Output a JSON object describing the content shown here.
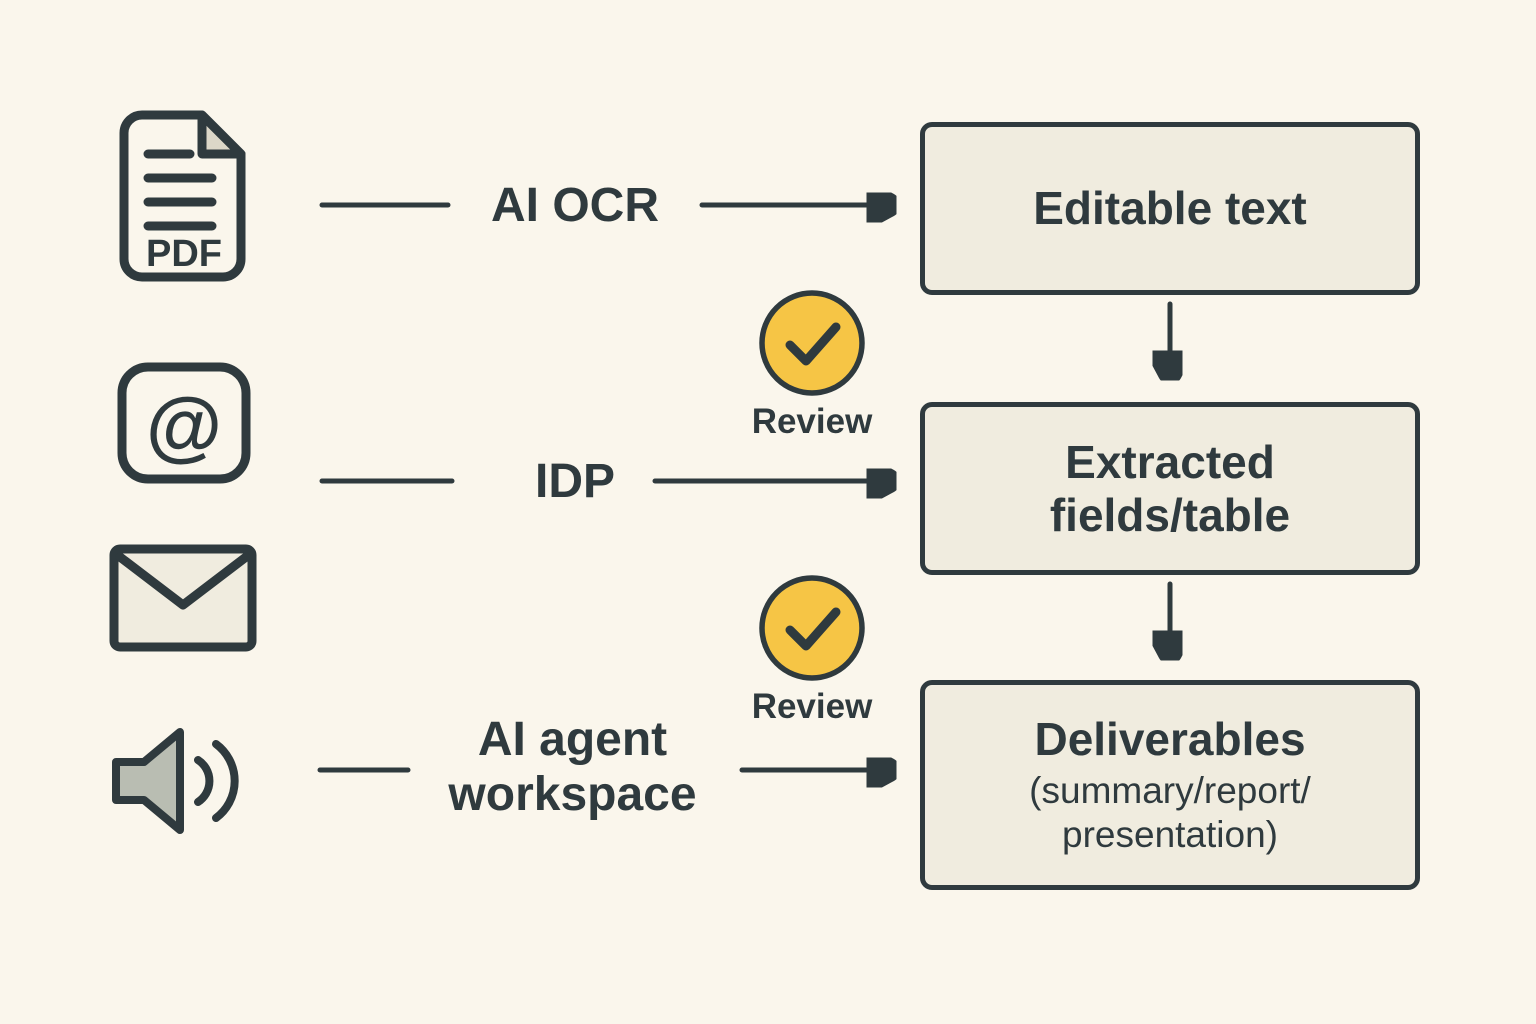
{
  "colors": {
    "background": "#FAF6EC",
    "box_fill": "#F0ECDF",
    "stroke_dark": "#2F3A3E",
    "review_yellow": "#F6C545",
    "speaker_gray": "#B9BDB2"
  },
  "icons": {
    "pdf_label": "PDF",
    "at_glyph": "@"
  },
  "flows": [
    {
      "source": "pdf-document",
      "process": "AI OCR"
    },
    {
      "source": "at-mention-and-email",
      "process": "IDP"
    },
    {
      "source": "audio",
      "process": "AI agent workspace"
    }
  ],
  "reviews": [
    {
      "label": "Review"
    },
    {
      "label": "Review"
    }
  ],
  "outputs": [
    {
      "title": "Editable text"
    },
    {
      "title": "Extracted fields/table"
    },
    {
      "title": "Deliverables",
      "subtitle_lines": [
        "(summary/report/",
        "presentation)"
      ]
    }
  ]
}
